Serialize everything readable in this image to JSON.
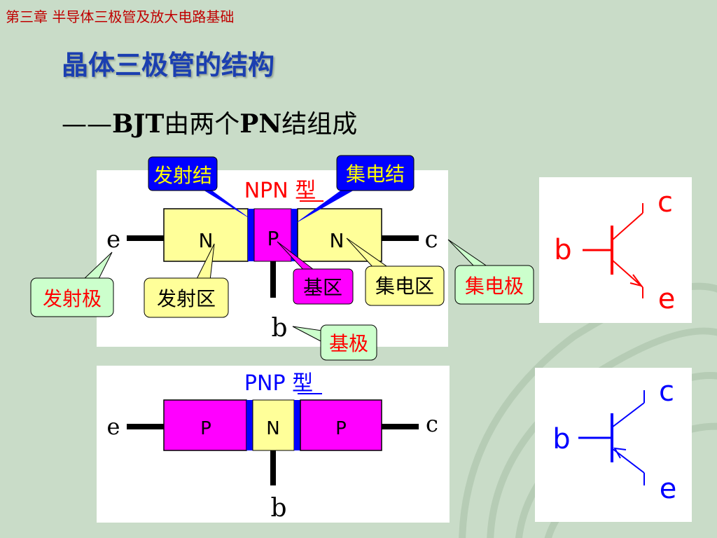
{
  "header": "第三章  半导体三极管及放大电路基础",
  "title": "晶体三极管的结构",
  "subtitle": {
    "dash": "——",
    "bjt": "BJT",
    "mid": "由两个",
    "pn": "PN",
    "end": "结组成"
  },
  "npn": {
    "type_label": "NPN 型",
    "regions": [
      "N",
      "P",
      "N"
    ],
    "terminal_e": "e",
    "terminal_c": "c",
    "terminal_b": "b"
  },
  "pnp": {
    "type_label": "PNP 型",
    "regions": [
      "P",
      "N",
      "P"
    ],
    "terminal_e": "e",
    "terminal_c": "c",
    "terminal_b": "b"
  },
  "callouts": {
    "emitter_junction": "发射结",
    "collector_junction": "集电结",
    "emitter_electrode": "发射极",
    "emitter_region": "发射区",
    "base_region": "基区",
    "collector_region": "集电区",
    "collector_electrode": "集电极",
    "base_electrode": "基极"
  },
  "npn_symbol": {
    "b": "b",
    "c": "c",
    "e": "e"
  },
  "pnp_symbol": {
    "b": "b",
    "c": "c",
    "e": "e"
  },
  "colors": {
    "yellow_region": "#ffff99",
    "magenta_region": "#ff00ff",
    "junction": "#0000ff",
    "npn_label": "#ff0000",
    "pnp_label": "#0000ff",
    "callout_green": "#ccffcc",
    "callout_yellow": "#ffff99",
    "callout_blue": "#0000ff"
  }
}
